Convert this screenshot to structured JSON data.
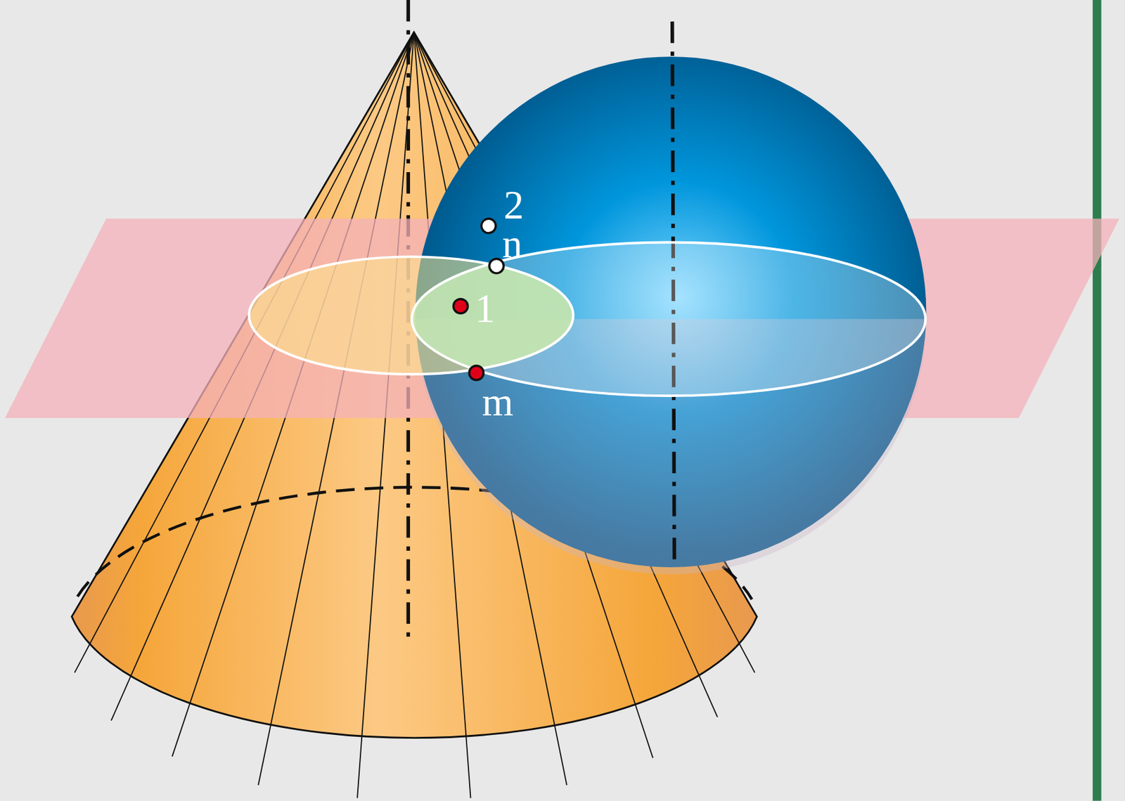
{
  "diagram": {
    "labels": [
      "2",
      "n",
      "1",
      "m"
    ]
  }
}
